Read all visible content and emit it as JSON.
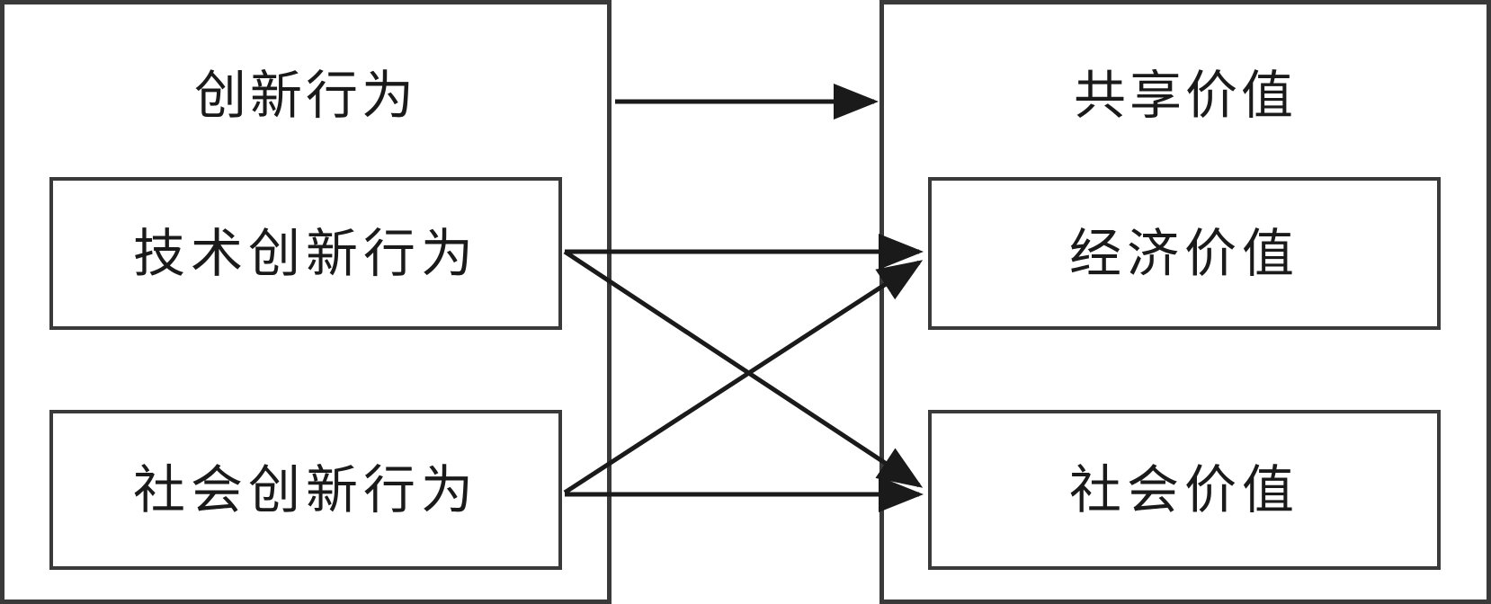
{
  "diagram": {
    "left_group": {
      "title": "创新行为",
      "items": [
        {
          "label": "技术创新行为"
        },
        {
          "label": "社会创新行为"
        }
      ]
    },
    "right_group": {
      "title": "共享价值",
      "items": [
        {
          "label": "经济价值"
        },
        {
          "label": "社会价值"
        }
      ]
    },
    "edges": [
      {
        "from": "创新行为",
        "to": "共享价值"
      },
      {
        "from": "技术创新行为",
        "to": "经济价值"
      },
      {
        "from": "技术创新行为",
        "to": "社会价值"
      },
      {
        "from": "社会创新行为",
        "to": "经济价值"
      },
      {
        "from": "社会创新行为",
        "to": "社会价值"
      }
    ],
    "stroke_color": "#1a1a1a",
    "border_color": "#3a3a3a"
  }
}
